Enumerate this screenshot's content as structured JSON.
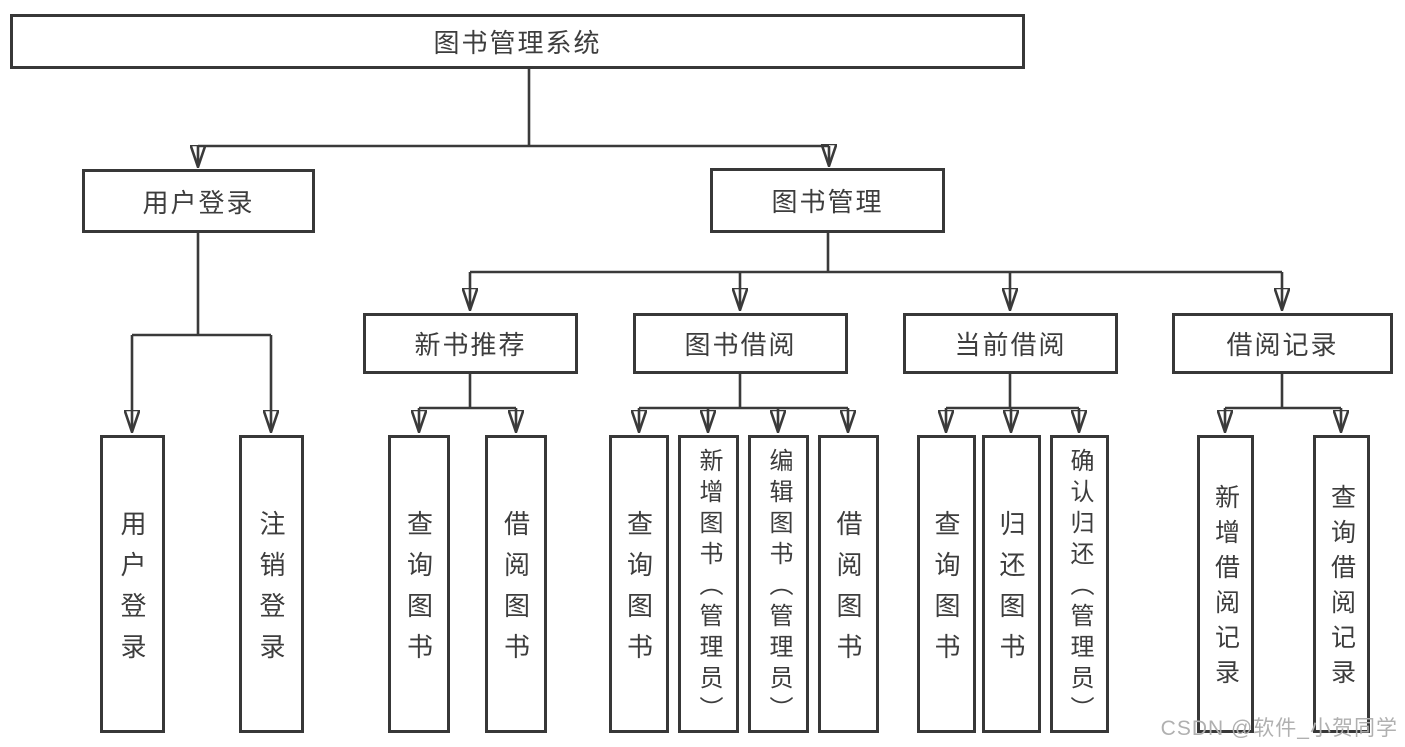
{
  "diagram": {
    "root": "图书管理系统",
    "user": {
      "label": "用户登录",
      "children": [
        "用户登录",
        "注销登录"
      ]
    },
    "books": {
      "label": "图书管理",
      "sections": [
        {
          "label": "新书推荐",
          "children": [
            "查询图书",
            "借阅图书"
          ]
        },
        {
          "label": "图书借阅",
          "children": [
            "查询图书",
            "新增图书（管理员）",
            "编辑图书（管理员）",
            "借阅图书"
          ]
        },
        {
          "label": "当前借阅",
          "children": [
            "查询图书",
            "归还图书",
            "确认归还（管理员）"
          ]
        },
        {
          "label": "借阅记录",
          "children": [
            "新增借阅记录",
            "查询借阅记录"
          ]
        }
      ]
    },
    "colors": {
      "line": "#3a3a3a",
      "box_border": "#383838",
      "text": "#3d3d3d",
      "background": "#ffffff",
      "watermark": "#b0b0b0"
    },
    "watermark": "CSDN @软件_小贺同学"
  }
}
